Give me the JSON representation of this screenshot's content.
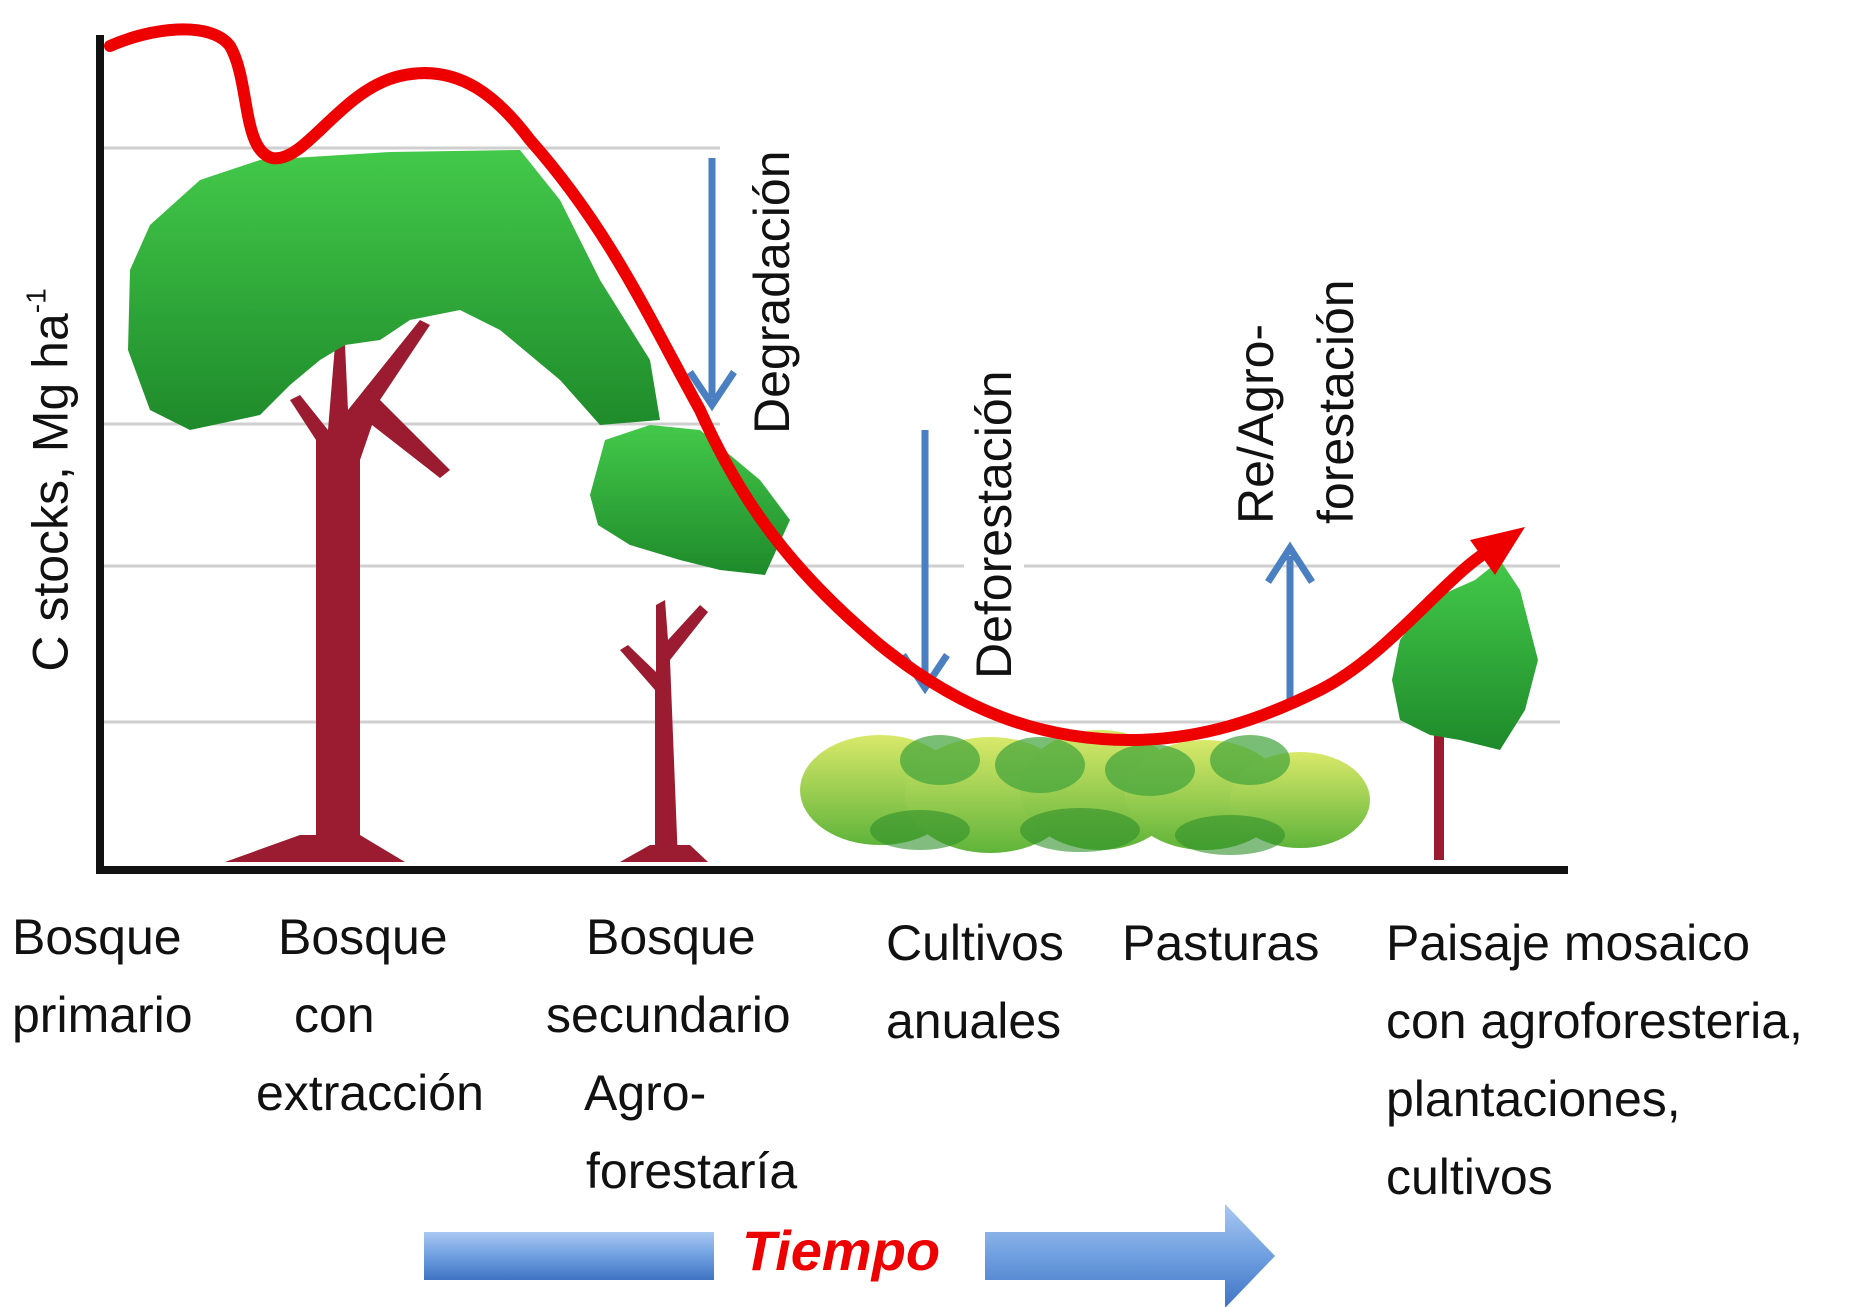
{
  "axes": {
    "y_label_main": "C stocks, Mg ha",
    "y_label_sup": "-1"
  },
  "stages": [
    {
      "lines": [
        "Bosque",
        "primario"
      ]
    },
    {
      "lines": [
        "Bosque",
        "con",
        "extracción"
      ]
    },
    {
      "lines": [
        "Bosque",
        "secundario",
        "Agro-",
        "forestaría"
      ]
    },
    {
      "lines": [
        "Cultivos",
        "anuales"
      ]
    },
    {
      "lines": [
        "Pasturas"
      ]
    },
    {
      "lines": [
        "Paisaje mosaico",
        "con agroforesteria,",
        "plantaciones,",
        "cultivos"
      ]
    }
  ],
  "processes": {
    "degradation": "Degradación",
    "deforestation": "Deforestación",
    "reforestation_line1": "Re/Agro-",
    "reforestation_line2": "forestación"
  },
  "time_arrow_label": "Tiempo",
  "colors": {
    "curve": "#ee0000",
    "foliage": "#33bb33",
    "foliage_dark": "#1e8a2a",
    "trunk": "#9b1b30",
    "process_arrow": "#4a7fc1",
    "time_arrow": "#6f9fe0",
    "axis": "#111111",
    "grid": "#cccccc"
  }
}
